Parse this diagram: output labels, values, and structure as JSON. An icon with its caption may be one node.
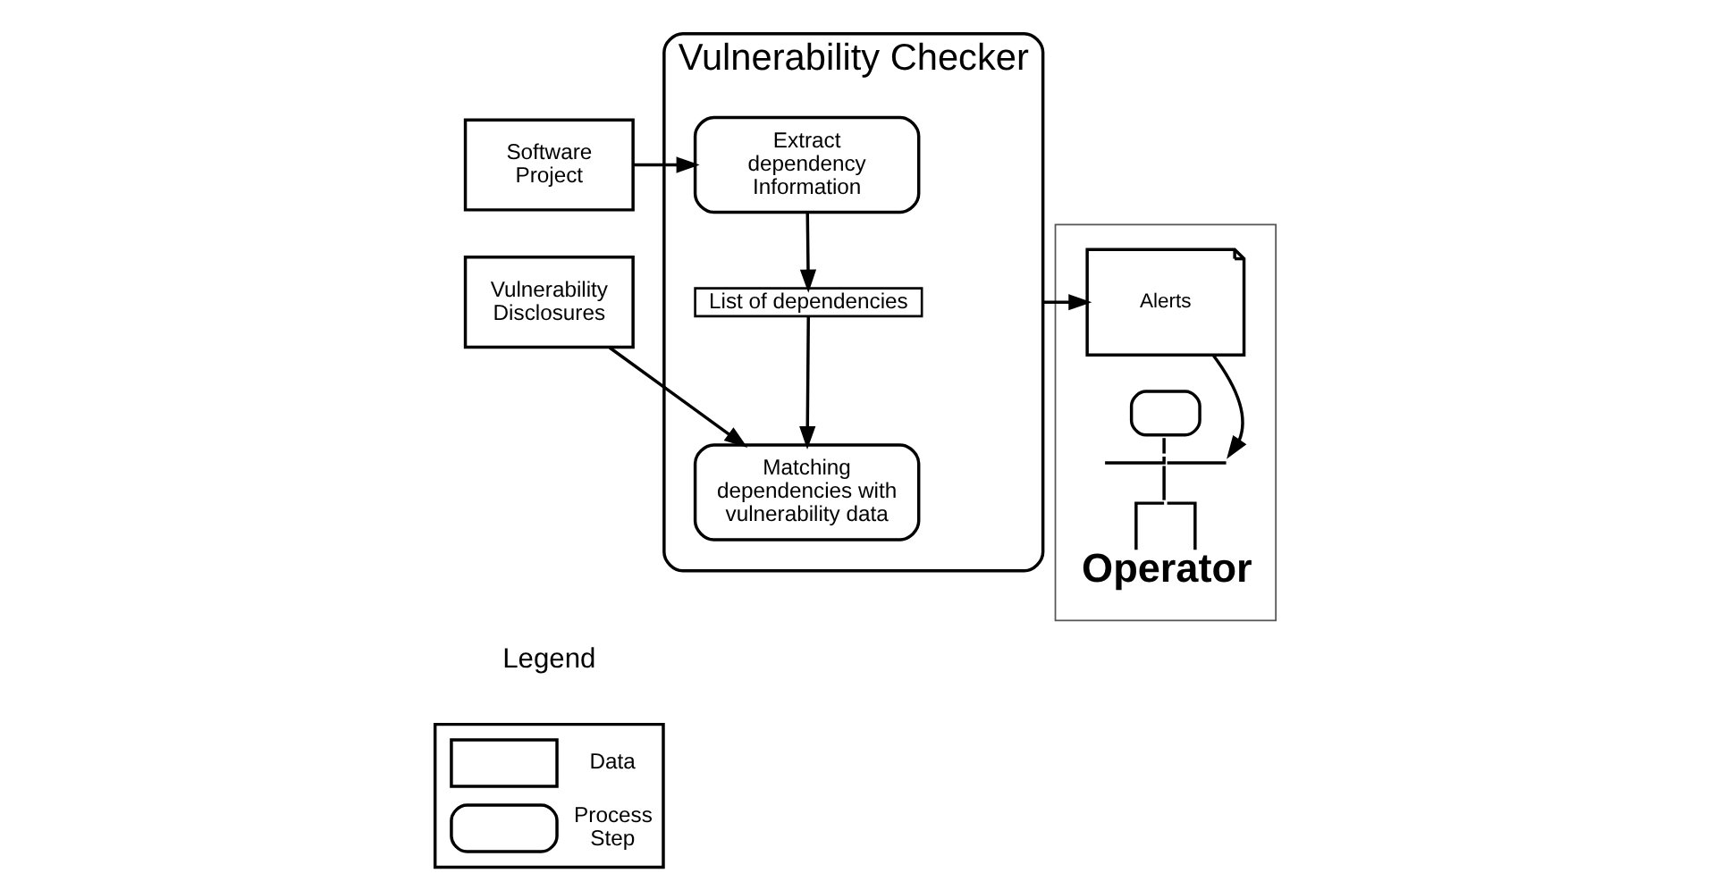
{
  "diagram": {
    "nodes": [
      {
        "text": [
          "Software Project"
        ]
      },
      {
        "text": [
          "Vulnerability Disclosures"
        ]
      },
      {
        "text": [
          "Vulnerability Checker"
        ]
      },
      {
        "text": [
          "Extract dependency Information"
        ],
        "in": 2
      },
      {
        "text": [
          "List of dependencies"
        ],
        "in": 2
      },
      {
        "text": [
          "Matching dependencies with vulnerability data"
        ],
        "in": 2
      },
      {
        "text": [],
        "shape": "box"
      },
      {
        "text": [
          "Alerts"
        ],
        "in": 6
      },
      {
        "text": [],
        "shape": "person",
        "beside": [
          "Operator"
        ],
        "in": 6
      }
    ],
    "edges": [
      {
        "from": 0,
        "to": 3,
        "arrow": "to"
      },
      {
        "from": 3,
        "to": 4,
        "arrow": "to"
      },
      {
        "from": 4,
        "to": 5,
        "arrow": "to"
      },
      {
        "from": 1,
        "to": 5,
        "arrow": "to"
      },
      {
        "from": 2,
        "to": 7,
        "arrow": "to"
      },
      {
        "from": 7,
        "to": 8,
        "arrow": "to"
      }
    ],
    "labels": [
      "Legend"
    ],
    "legend": [
      {
        "text": "Data"
      },
      {
        "text": "Process Step"
      }
    ]
  }
}
